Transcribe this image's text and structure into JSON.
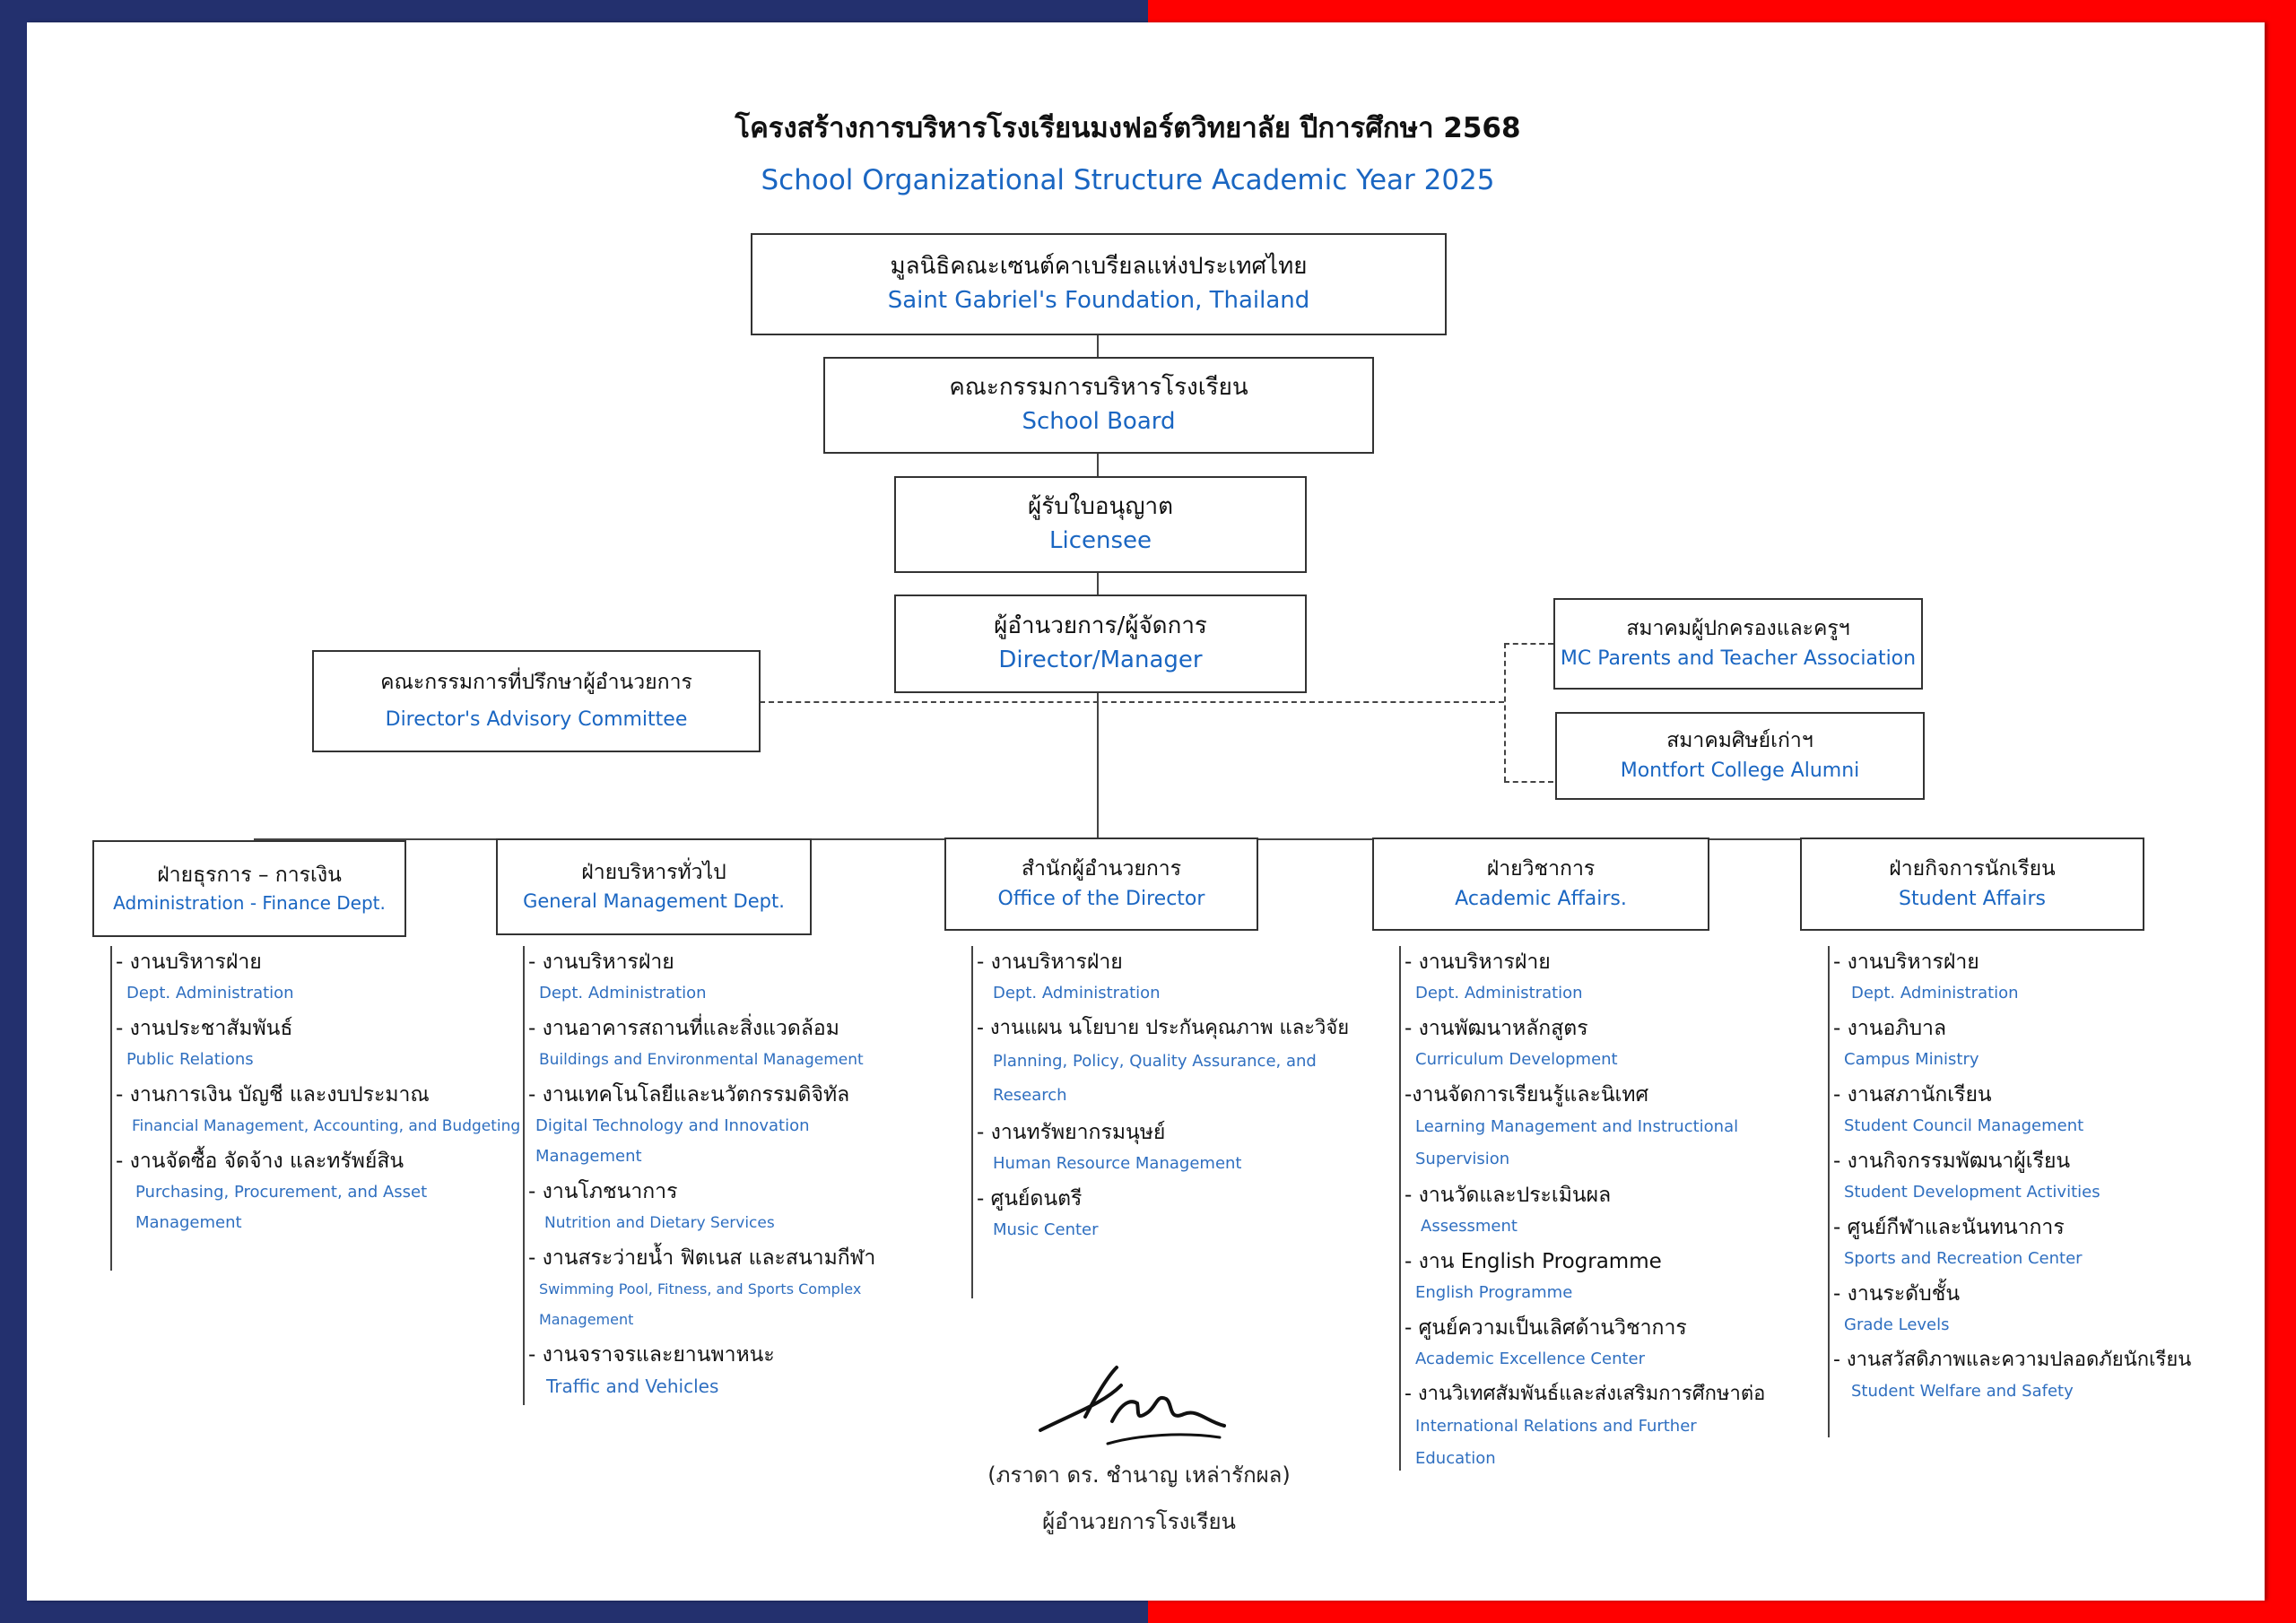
{
  "title_th": "โครงสร้างการบริหารโรงเรียนมงฟอร์ตวิทยาลัย ปีการศึกษา 2568",
  "title_en": "School Organizational Structure Academic Year 2025",
  "colors": {
    "frame_left": "#23306e",
    "frame_right": "#ff0000",
    "accent_text": "#1a66c2"
  },
  "hierarchy": {
    "foundation": {
      "th": "มูลนิธิคณะเซนต์คาเบรียลแห่งประเทศไทย",
      "en": "Saint Gabriel's Foundation, Thailand"
    },
    "board": {
      "th": "คณะกรรมการบริหารโรงเรียน",
      "en": "School Board"
    },
    "licensee": {
      "th": "ผู้รับใบอนุญาต",
      "en": "Licensee"
    },
    "director": {
      "th": "ผู้อำนวยการ/ผู้จัดการ",
      "en": "Director/Manager"
    },
    "advisory": {
      "th": "คณะกรรมการที่ปรึกษาผู้อำนวยการ",
      "en": "Director's Advisory Committee"
    },
    "pta": {
      "th": "สมาคมผู้ปกครองและครูฯ",
      "en": "MC Parents and Teacher Association"
    },
    "alumni": {
      "th": "สมาคมศิษย์เก่าฯ",
      "en": "Montfort College Alumni"
    }
  },
  "departments": [
    {
      "th": "ฝ่ายธุรการ – การเงิน",
      "en": "Administration - Finance Dept.",
      "items": [
        {
          "th": "- งานบริหารฝ่าย",
          "en": "Dept. Administration"
        },
        {
          "th": "- งานประชาสัมพันธ์",
          "en": "Public Relations"
        },
        {
          "th": "- งานการเงิน บัญชี และงบประมาณ",
          "en": "Financial Management, Accounting, and Budgeting"
        },
        {
          "th": "- งานจัดซื้อ จัดจ้าง และทรัพย์สิน",
          "en": "Purchasing, Procurement, and Asset Management"
        }
      ]
    },
    {
      "th": "ฝ่ายบริหารทั่วไป",
      "en": "General Management Dept.",
      "items": [
        {
          "th": "- งานบริหารฝ่าย",
          "en": "Dept. Administration"
        },
        {
          "th": "- งานอาคารสถานที่และสิ่งแวดล้อม",
          "en": "Buildings and Environmental Management"
        },
        {
          "th": "- งานเทคโนโลยีและนวัตกรรมดิจิทัล",
          "en": "Digital Technology and Innovation Management"
        },
        {
          "th": "- งานโภชนาการ",
          "en": "Nutrition and Dietary Services"
        },
        {
          "th": "- งานสระว่ายน้ำ ฟิตเนส และสนามกีฬา",
          "en": "Swimming Pool, Fitness, and Sports Complex Management"
        },
        {
          "th": "- งานจราจรและยานพาหนะ",
          "en": "Traffic and Vehicles"
        }
      ]
    },
    {
      "th": "สำนักผู้อำนวยการ",
      "en": "Office of the Director",
      "items": [
        {
          "th": "- งานบริหารฝ่าย",
          "en": "Dept. Administration"
        },
        {
          "th": "- งานแผน นโยบาย ประกันคุณภาพ และวิจัย",
          "en": "Planning, Policy, Quality Assurance, and Research"
        },
        {
          "th": "- งานทรัพยากรมนุษย์",
          "en": "Human Resource Management"
        },
        {
          "th": "- ศูนย์ดนตรี",
          "en": "Music Center"
        }
      ]
    },
    {
      "th": "ฝ่ายวิชาการ",
      "en": "Academic Affairs.",
      "items": [
        {
          "th": "- งานบริหารฝ่าย",
          "en": "Dept. Administration"
        },
        {
          "th": "- งานพัฒนาหลักสูตร",
          "en": "Curriculum Development"
        },
        {
          "th": "-งานจัดการเรียนรู้และนิเทศ",
          "en": "Learning Management and Instructional Supervision"
        },
        {
          "th": "- งานวัดและประเมินผล",
          "en": "Assessment"
        },
        {
          "th": "- งาน English Programme",
          "en": "English Programme"
        },
        {
          "th": "- ศูนย์ความเป็นเลิศด้านวิชาการ",
          "en": "Academic Excellence Center"
        },
        {
          "th": "- งานวิเทศสัมพันธ์และส่งเสริมการศึกษาต่อ",
          "en": "International Relations and Further Education"
        }
      ]
    },
    {
      "th": "ฝ่ายกิจการนักเรียน",
      "en": "Student Affairs",
      "items": [
        {
          "th": "- งานบริหารฝ่าย",
          "en": "Dept. Administration"
        },
        {
          "th": "- งานอภิบาล",
          "en": "Campus Ministry"
        },
        {
          "th": "- งานสภานักเรียน",
          "en": "Student Council Management"
        },
        {
          "th": "- งานกิจกรรมพัฒนาผู้เรียน",
          "en": "Student Development Activities"
        },
        {
          "th": "- ศูนย์กีฬาและนันทนาการ",
          "en": "Sports and Recreation Center"
        },
        {
          "th": "- งานระดับชั้น",
          "en": "Grade Levels"
        },
        {
          "th": "- งานสวัสดิภาพและความปลอดภัยนักเรียน",
          "en": "Student Welfare and Safety"
        }
      ]
    }
  ],
  "signature": {
    "name": "(ภราดา ดร. ชำนาญ  เหล่ารักผล)",
    "title": "ผู้อำนวยการโรงเรียน"
  }
}
